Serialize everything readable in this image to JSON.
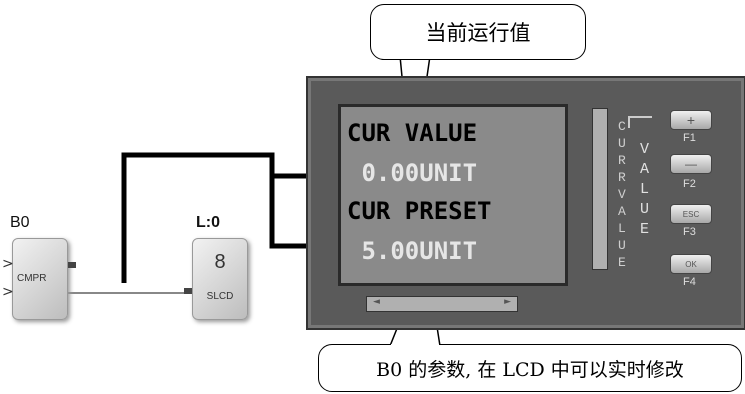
{
  "callout_top": "当前运行值",
  "callout_bottom": "B0 的参数, 在 LCD 中可以实时修改",
  "block_cmpr": {
    "title": "B0",
    "label": "CMPR"
  },
  "block_slcd": {
    "title": "L:0",
    "number": "8",
    "label": "SLCD"
  },
  "lcd": {
    "line1": "CUR VALUE",
    "line2": " 0.00UNIT",
    "line3": "CUR PRESET",
    "line4": " 5.00UNIT"
  },
  "side_label": "CURR VALUE",
  "vertical_word": "VALUE",
  "keys": [
    {
      "label": "+",
      "caption": "F1"
    },
    {
      "label": "—",
      "caption": "F2"
    },
    {
      "label": "ESC",
      "caption": "F3"
    },
    {
      "label": "OK",
      "caption": "F4"
    }
  ],
  "scroll_left": "◄",
  "scroll_right": "►"
}
